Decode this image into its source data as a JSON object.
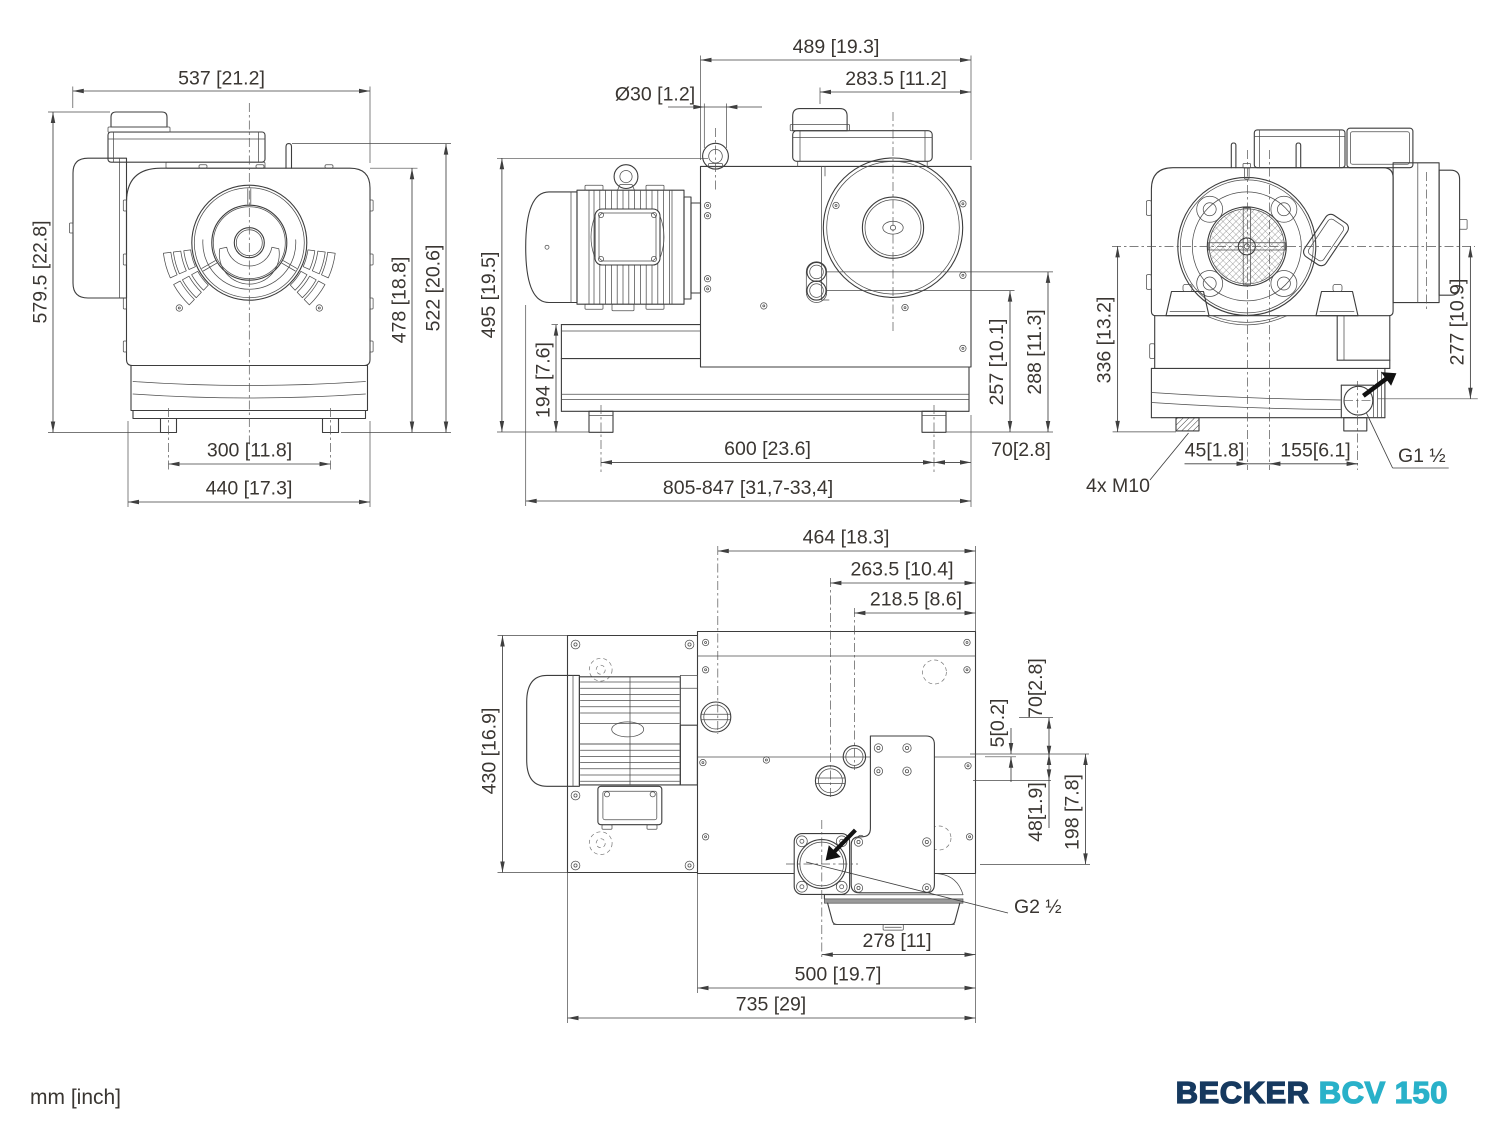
{
  "drawing": {
    "title": "BECKER BCV 150 dimensional drawing",
    "units_label": "mm [inch]",
    "logo": {
      "brand": "BECKER",
      "model": "BCV 150",
      "brand_color": "#16395f",
      "model_color": "#29b1c9"
    },
    "colors": {
      "line": "#3d3d3d",
      "text": "#3a3632",
      "background": "#ffffff"
    },
    "views": {
      "front": {
        "name": "front view",
        "dims": {
          "overall_width": "537 [21.2]",
          "total_height": "579.5 [22.8]",
          "body_height": "478 [18.8]",
          "eyebolt_height": "522 [20.6]",
          "foot_spacing": "300 [11.8]",
          "base_width": "440 [17.3]"
        }
      },
      "side": {
        "name": "side view",
        "dims": {
          "length_top": "489 [19.3]",
          "separator_offset": "283.5 [11.2]",
          "eye_diameter": "Ø30 [1.2]",
          "height": "495 [19.5]",
          "base_height": "194 [7.6]",
          "port_lower": "257 [10.1]",
          "port_upper": "288 [11.3]",
          "foot_spacing": "600 [23.6]",
          "foot_offset": "70[2.8]",
          "overall_length": "805-847 [31,7-33,4]"
        }
      },
      "rear": {
        "name": "rear view",
        "dims": {
          "center_height": "336 [13.2]",
          "port_height": "277 [10.9]",
          "offset_45": "45[1.8]",
          "offset_155": "155[6.1]"
        },
        "labels": {
          "port_thread": "G1 ½",
          "mounting": "4x M10"
        }
      },
      "top": {
        "name": "top view",
        "dims": {
          "width_464": "464 [18.3]",
          "width_263": "263.5 [10.4]",
          "width_218": "218.5 [8.6]",
          "depth": "430 [16.9]",
          "offset_70": "70[2.8]",
          "offset_5": "5[0.2]",
          "offset_48": "48[1.9]",
          "offset_198": "198 [7.8]",
          "flange_offset": "278 [11]",
          "body_length": "500 [19.7]",
          "base_length": "735 [29]"
        },
        "labels": {
          "port_thread": "G2 ½"
        }
      }
    }
  }
}
